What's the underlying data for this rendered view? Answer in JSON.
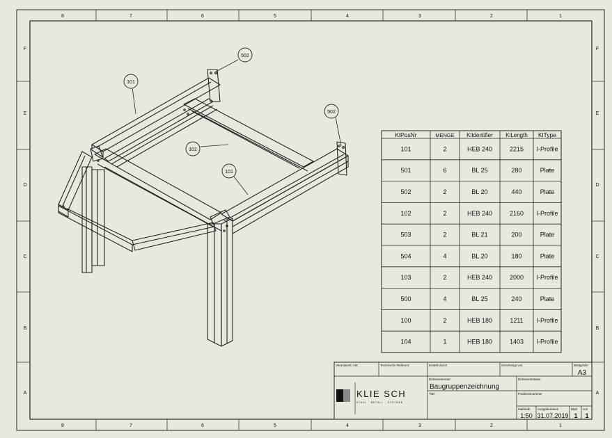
{
  "sheet": {
    "cols": [
      "8",
      "7",
      "6",
      "5",
      "4",
      "3",
      "2",
      "1"
    ],
    "rows": [
      "F",
      "E",
      "D",
      "C",
      "B",
      "A"
    ]
  },
  "balloons": [
    "502",
    "101",
    "502",
    "102",
    "101"
  ],
  "bom": {
    "headers": [
      "KlPosNr",
      "MENGE",
      "KlIdentifier",
      "KlLength",
      "KlType"
    ],
    "rows": [
      [
        "101",
        "2",
        "HEB 240",
        "2215",
        "I-Profile"
      ],
      [
        "501",
        "6",
        "BL 25",
        "280",
        "Plate"
      ],
      [
        "502",
        "2",
        "BL 20",
        "440",
        "Plate"
      ],
      [
        "102",
        "2",
        "HEB 240",
        "2160",
        "I-Profile"
      ],
      [
        "503",
        "2",
        "BL 21",
        "200",
        "Plate"
      ],
      [
        "504",
        "4",
        "BL 20",
        "180",
        "Plate"
      ],
      [
        "103",
        "2",
        "HEB 240",
        "2000",
        "I-Profile"
      ],
      [
        "500",
        "4",
        "BL 25",
        "240",
        "Plate"
      ],
      [
        "100",
        "2",
        "HEB 180",
        "1211",
        "I-Profile"
      ],
      [
        "104",
        "1",
        "HEB 180",
        "1403",
        "I-Profile"
      ]
    ]
  },
  "titleblock": {
    "verantw": "Verantwortl. Abt.",
    "tech_ref": "Technische Referenz",
    "erstellt": "Erstellt durch",
    "genehmigt": "Genehmigt von",
    "blattgroesse_lbl": "Blattgröße",
    "blattgroesse": "A3",
    "dokumentenart_lbl": "Dokumentenart",
    "dokumentenart": "Baugruppenzeichnung",
    "titel_lbl": "Titel",
    "dokstatus_lbl": "Dokumentstatus",
    "positions_lbl": "Positionsnummer",
    "massstab_lbl": "Maßstab",
    "massstab": "1:50",
    "ausgabedatum_lbl": "Ausgabedatum",
    "ausgabedatum": "31.07.2019",
    "blatt_lbl": "Blatt",
    "blatt": "1",
    "von_lbl": "von",
    "von": "1",
    "logo_text": "KLIE SCH",
    "logo_sub": "STAHL · METALL · SYSTEME"
  }
}
